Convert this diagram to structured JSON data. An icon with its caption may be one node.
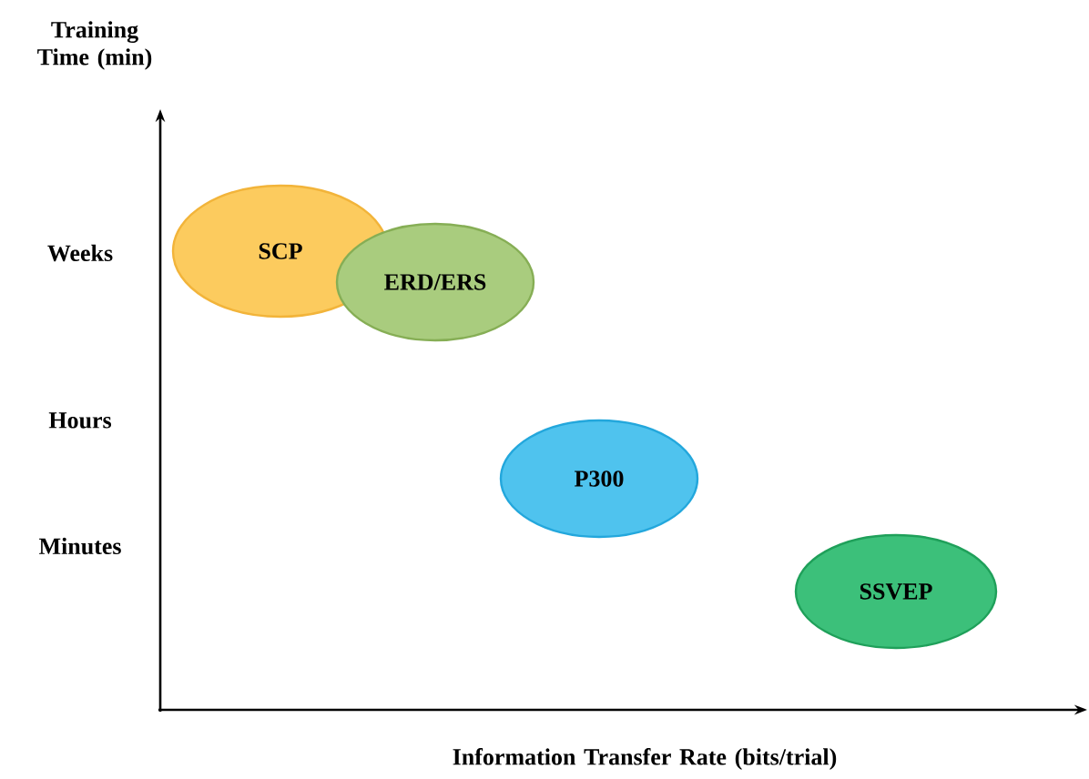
{
  "diagram": {
    "nodes": [
      {
        "text": [
          "SCP"
        ]
      },
      {
        "text": [
          "ERD/ERS"
        ]
      },
      {
        "text": [
          "P300"
        ]
      },
      {
        "text": [
          "SSVEP"
        ]
      }
    ],
    "labels": [
      "Training Time (min)",
      "Weeks",
      "Hours",
      "Minutes",
      "Information Transfer Rate (bits/trial)"
    ]
  }
}
